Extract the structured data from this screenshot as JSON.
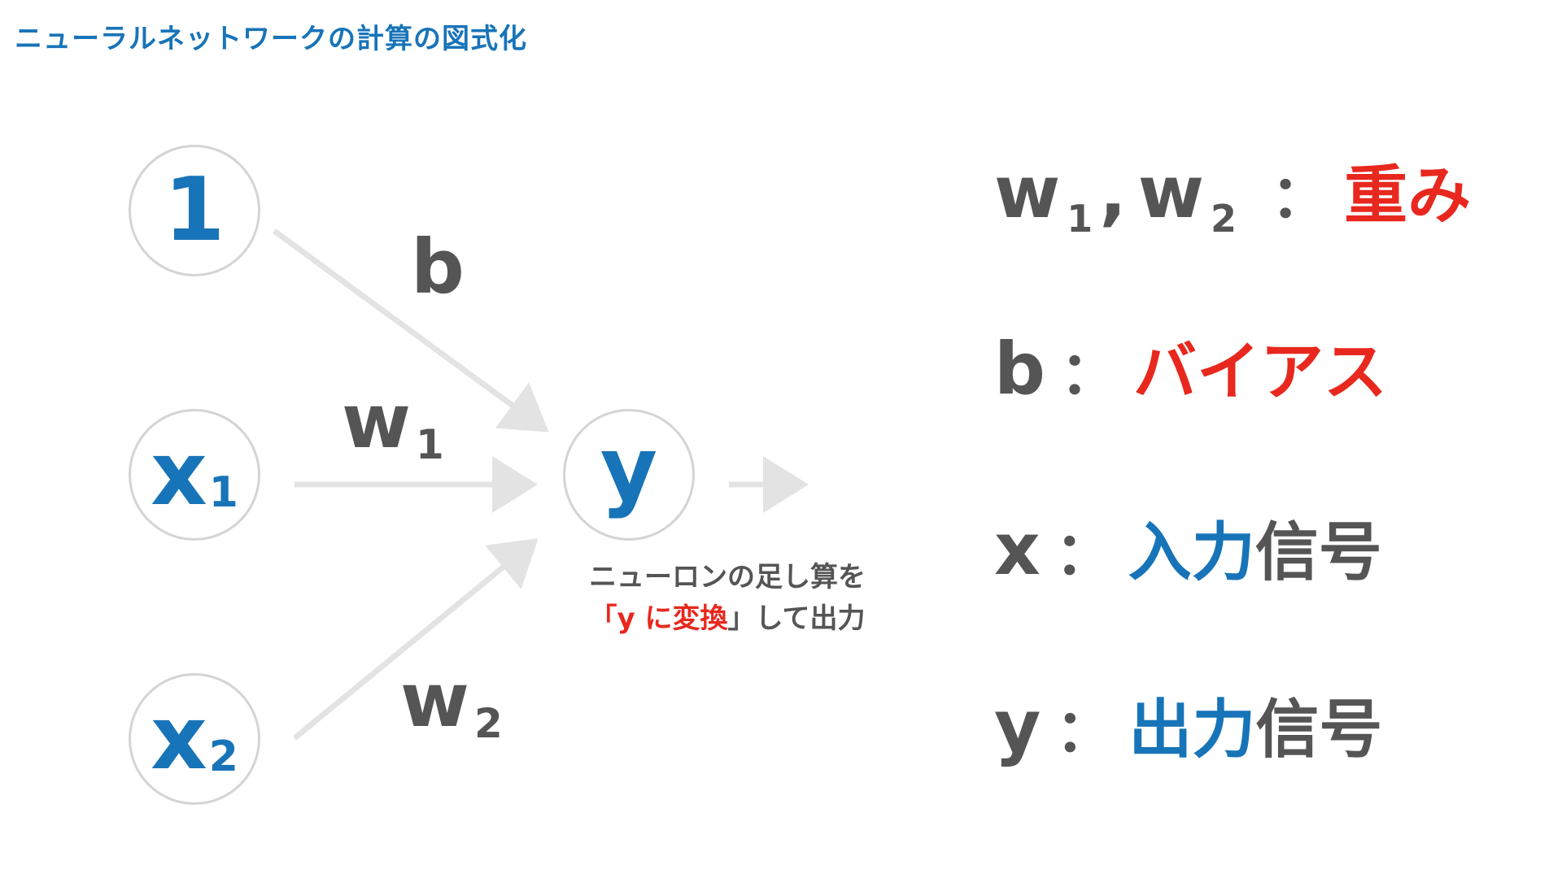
{
  "title": "ニューラルネットワークの計算の図式化",
  "nodes": {
    "bias": {
      "label": "1"
    },
    "x1": {
      "symbol": "x",
      "sub": "1"
    },
    "x2": {
      "symbol": "x",
      "sub": "2"
    },
    "y": {
      "symbol": "y"
    }
  },
  "edges": {
    "b": {
      "label": "b"
    },
    "w1": {
      "symbol": "w",
      "sub": "1"
    },
    "w2": {
      "symbol": "w",
      "sub": "2"
    }
  },
  "note": {
    "line1": "ニューロンの足し算を",
    "open_bracket": "「",
    "highlight": "y に変換",
    "close_bracket": "」",
    "rest": "して出力"
  },
  "legend": {
    "weights": {
      "w1_symbol": "w",
      "w1_sub": "1",
      "comma": ",",
      "w2_symbol": "w",
      "w2_sub": "2",
      "colon": "：",
      "term": "重み"
    },
    "bias": {
      "symbol": "b",
      "colon": "：",
      "term": "バイアス"
    },
    "input": {
      "symbol": "x",
      "colon": "：",
      "term_colored": "入力",
      "term_rest": "信号"
    },
    "output": {
      "symbol": "y",
      "colon": "：",
      "term_colored": "出力",
      "term_rest": "信号"
    }
  },
  "colors": {
    "title": "#1874b8",
    "node_text": "#1874b8",
    "node_border": "#d4d4d4",
    "arrow": "#e3e3e3",
    "label": "#555555",
    "accent_red": "#e8281e",
    "accent_blue": "#1874b8"
  }
}
